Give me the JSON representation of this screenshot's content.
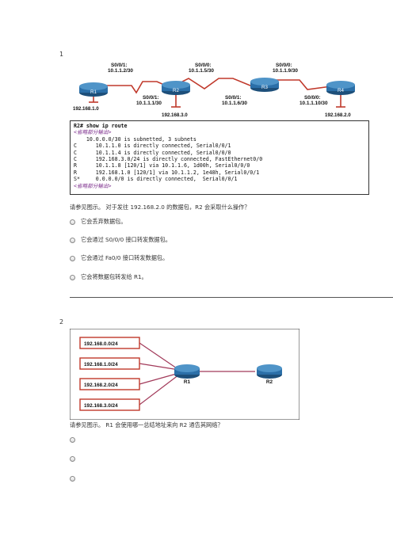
{
  "q1": {
    "number": "1",
    "routers": [
      "R1",
      "R2",
      "R3",
      "R4"
    ],
    "links": {
      "r1_if": "S0/0/1:",
      "r1_ip": "10.1.1.2/30",
      "r2_left_if": "S0/0/1:",
      "r2_left_ip": "10.1.1.1/30",
      "r2_right_if": "S0/0/0:",
      "r2_right_ip": "10.1.1.5/30",
      "r3_left_if": "S0/0/1:",
      "r3_left_ip": "10.1.1.6/30",
      "r3_right_if": "S0/0/0:",
      "r3_right_ip": "10.1.1.9/30",
      "r4_if": "S0/0/0:",
      "r4_ip": "10.1.1.10/30"
    },
    "lans": {
      "r1": "192.168.1.0",
      "r2": "192.168.3.0",
      "r4": "192.168.2.0"
    },
    "cli": [
      {
        "text": "R2# show ip route",
        "kind": "prompt"
      },
      {
        "text": "<省略部分输出>",
        "kind": "note"
      },
      {
        "text": "    10.0.0.0/30 is subnetted, 3 subnets",
        "kind": "plain"
      },
      {
        "text": "C      10.1.1.0 is directly connected, Serial0/0/1",
        "kind": "plain"
      },
      {
        "text": "C      10.1.1.4 is directly connected, Serial0/0/0",
        "kind": "plain"
      },
      {
        "text": "C      192.168.3.0/24 is directly connected, FastEthernet0/0",
        "kind": "plain"
      },
      {
        "text": "R      10.1.1.8 [120/1] via 10.1.1.6, 1d00h, Serial0/0/0",
        "kind": "plain"
      },
      {
        "text": "R      192.168.1.0 [120/1] via 10.1.1.2, 1e48h, Serial0/0/1",
        "kind": "plain"
      },
      {
        "text": "S*     0.0.0.0/0 is directly connected,  Serial0/0/1",
        "kind": "plain"
      },
      {
        "text": "<省略部分输出>",
        "kind": "note"
      }
    ],
    "question": "请参见图示。 对于发往 192.168.2.0 的数据包，R2 会采取什么操作？",
    "options": [
      "它会丢弃数据包。",
      "它会通过 S0/0/0 接口转发数据包。",
      "它会通过 Fa0/0 接口转发数据包。",
      "它会将数据包转发给 R1。"
    ]
  },
  "q2": {
    "number": "2",
    "networks": [
      "192.168.0.0/24",
      "192.168.1.0/24",
      "192.168.2.0/24",
      "192.168.3.0/24"
    ],
    "routers": [
      "R1",
      "R2"
    ],
    "question": "请参见图示。 R1 会使用哪一总结地址来向 R2 通告其网络？",
    "options": [
      "",
      "",
      ""
    ]
  },
  "colors": {
    "router_body": "#2b6fa8",
    "link_red": "#c0392b",
    "cli_note": "#7a2a8a"
  }
}
